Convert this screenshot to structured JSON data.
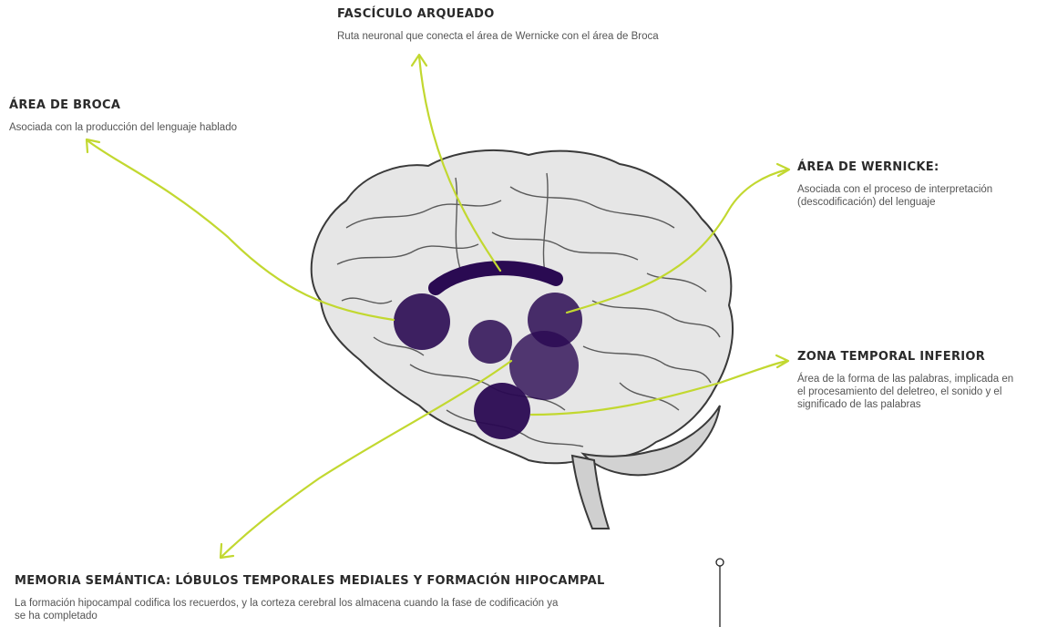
{
  "colors": {
    "arrow": "#c2d830",
    "marker": "#2a0a52",
    "brain_fill": "#e6e6e6",
    "brain_stroke": "#3a3a3a"
  },
  "labels": {
    "fasciculo": {
      "title": "FASCÍCULO ARQUEADO",
      "text": "Ruta neuronal que conecta el área de Wernicke con el área de Broca"
    },
    "broca": {
      "title": "ÁREA DE BROCA",
      "text": "Asociada con la producción del lenguaje hablado"
    },
    "wernicke": {
      "title": "ÁREA DE WERNICKE:",
      "text": "Asociada con el proceso de interpretación (descodificación) del lenguaje"
    },
    "temporal": {
      "title": "ZONA TEMPORAL INFERIOR",
      "text": "Área de la forma de las palabras, implicada en el procesamiento del deletreo, el sonido y el significado de las palabras"
    },
    "memoria": {
      "title": "MEMORIA SEMÁNTICA: LÓBULOS TEMPORALES MEDIALES Y FORMACIÓN HIPOCAMPAL",
      "text": "La formación hipocampal codifica los recuerdos, y la corteza cerebral los almacena cuando la fase de codificación ya se ha completado"
    }
  },
  "icons": {
    "brain": "brain-illustration",
    "pin": "pin-icon"
  }
}
